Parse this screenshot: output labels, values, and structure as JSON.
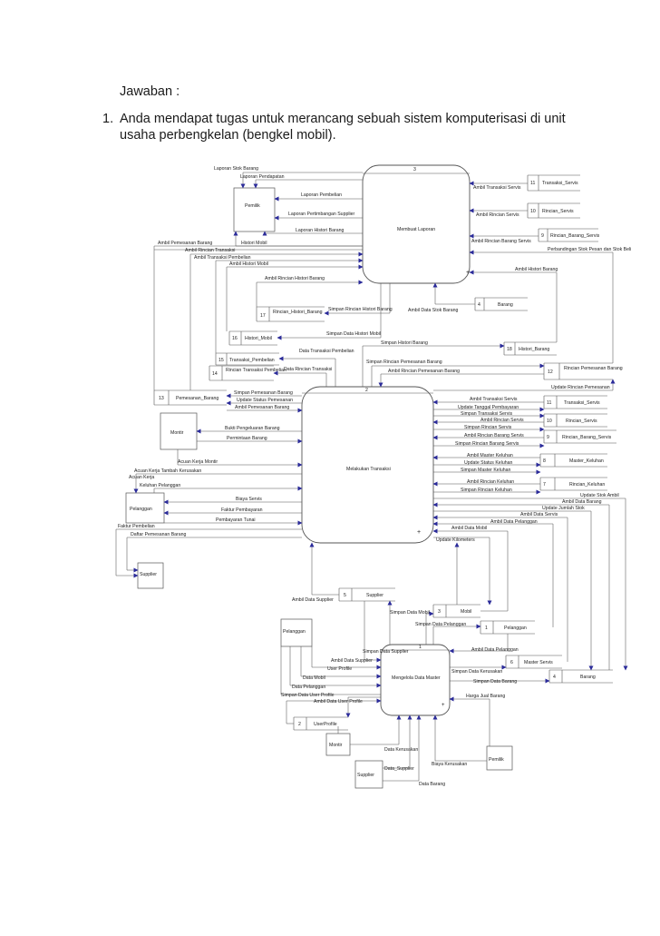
{
  "doc": {
    "heading": "Jawaban :",
    "question_number": "1.",
    "question_line1": "Anda mendapat tugas untuk merancang sebuah sistem komputerisasi di unit",
    "question_line2": "usaha perbengkelan (bengkel mobil)."
  },
  "diagram": {
    "processes": [
      {
        "num": "3",
        "name": "Membuat Laporan"
      },
      {
        "num": "2",
        "name": "Melakukan Transaksi"
      },
      {
        "num": "1",
        "name": "Mengelola Data Master"
      }
    ],
    "entities": {
      "pemilik": "Pemilik",
      "montir": "Montir",
      "pelanggan": "Pelanggan",
      "supplier": "Supplier"
    },
    "datastores": [
      {
        "num": "11",
        "name": "Transaksi_Servis"
      },
      {
        "num": "10",
        "name": "Rincian_Servis"
      },
      {
        "num": "9",
        "name": "Rincian_Barang_Servis"
      },
      {
        "num": "4",
        "name": "Barang"
      },
      {
        "num": "17",
        "name": "Rincian_Histori_Barang"
      },
      {
        "num": "16",
        "name": "Histori_Mobil"
      },
      {
        "num": "18",
        "name": "Histori_Barang"
      },
      {
        "num": "15",
        "name": "Transaksi_Pembelian"
      },
      {
        "num": "14",
        "name": "Rincian Transaksi Pembelian"
      },
      {
        "num": "12",
        "name": "Rincian Pemesanan Barang"
      },
      {
        "num": "13",
        "name": "Pemesanan_Barang"
      },
      {
        "num": "8",
        "name": "Master_Keluhan"
      },
      {
        "num": "7",
        "name": "Rincian_Keluhan"
      },
      {
        "num": "5",
        "name": "Supplier"
      },
      {
        "num": "3",
        "name": "Mobil"
      },
      {
        "num": "1",
        "name": "Pelanggan"
      },
      {
        "num": "6",
        "name": "Master Servis"
      },
      {
        "num": "2",
        "name": "UserProfile"
      }
    ],
    "flows": {
      "laporan_stok_barang": "Laporan Stok Barang",
      "laporan_pendapatan": "Laporan Pendapatan",
      "laporan_pembelian": "Laporan Pembelian",
      "laporan_pertimbangan_supplier": "Laporan Pertimbangan Supplier",
      "laporan_histori_barang": "Laporan Histori Barang",
      "histori_mobil": "Histori Mobil",
      "ambil_pemesanan_barang": "Ambil Pemesanan Barang",
      "ambil_rincian_transaksi": "Ambil Rincian Transaksi",
      "ambil_transaksi_pembelian": "Ambil Transaksi Pembelian",
      "ambil_histori_mobil": "Ambil Histori Mobil",
      "ambil_rincian_histori_barang": "Ambil Rincian Histori Barang",
      "ambil_transaksi_servis": "Ambil Transaksi Servis",
      "ambil_rincian_servis": "Ambil Rincian Servis",
      "ambil_rincian_barang_servis": "Ambil Rincian Barang Servis",
      "perbandingan_stok": "Perbandingan Stok Pesan dan Stok Beli",
      "ambil_histori_barang": "Ambil Histori Barang",
      "ambil_data_stok_barang": "Ambil Data Stok Barang",
      "simpan_rincian_histori_barang": "Simpan Rincian Histori Barang",
      "simpan_data_histori_mobil": "Simpan Data Histori Mobil",
      "simpan_histori_barang": "Simpan Histori Barang",
      "data_transaksi_pembelian": "Data Transaksi Pembelian",
      "data_rincian_transaksi": "Data Rincian Transaksi",
      "simpan_rincian_pemesanan_barang": "Simpan Rincian Pemesanan Barang",
      "ambil_rincian_pemesanan_barang": "Ambil Rincian Pemesanan Barang",
      "update_rincian_pemesanan": "Update Rincian Pemesanan",
      "simpan_pemesanan_barang": "Simpan Pemesanan Barang",
      "update_status_pemesanan": "Update Status Pemesanan",
      "ambil_pemesanan_barang_2": "Ambil Pemesanan Barang",
      "update_tanggal_pembayaran": "Update Tanggal Pembayaran",
      "simpan_transaksi_servis": "Simpan Transaksi Servis",
      "simpan_rincian_servis": "Simpan Rincian Servis",
      "simpan_rincian_barang_servis": "Simpan Rincian Barang Servis",
      "bukti_pengeluaran_barang": "Bukti Pengeluaran Barang",
      "permintaan_barang": "Permintaan Barang",
      "acuan_kerja_montir": "Acuan Kerja Montir",
      "acuan_kerja_tambah_kerusakan": "Acuan Kerja Tambah Kerusakan",
      "acuan_kerja": "Acuan Kerja",
      "keluhan_pelanggan": "Keluhan Pelanggan",
      "ambil_master_keluhan": "Ambil Master Keluhan",
      "update_status_keluhan": "Update Status Keluhan",
      "simpan_master_keluhan": "Simpan Master Keluhan",
      "ambil_rincian_keluhan": "Ambil Rincian Keluhan",
      "simpan_rincian_keluhan": "Simpan Rincian Keluhan",
      "update_stok_ambil": "Update Stok Ambil",
      "ambil_data_barang": "Ambil Data Barang",
      "update_jumlah_stok": "Update Jumlah Stok",
      "ambil_data_servis": "Ambil Data Servis",
      "ambil_data_pelanggan": "Ambil Data Pelanggan",
      "ambil_data_mobil": "Ambil Data Mobil",
      "update_kilometers": "Update Kilometers",
      "biaya_servis": "Biaya Servis",
      "faktur_pembayaran": "Faktur Pembayaran",
      "pembayaran_tunai": "Pembayaran Tunai",
      "faktur_pembelian": "Faktur Pembelian",
      "daftar_pemesanan_barang": "Daftar Pemesanan Barang",
      "ambil_data_supplier": "Ambil Data Supplier",
      "simpan_data_mobil": "Simpan Data Mobil",
      "simpan_data_pelanggan": "Simpan Data Pelanggan",
      "simpan_data_supplier": "Simpan Data Supplier",
      "ambil_data_supplier_2": "Ambil Data Supplier",
      "ambil_data_pelanggan_2": "Ambil Data Pelanggan",
      "user_profile": "User Profile",
      "simpan_data_kerusakan": "Simpan Data Kerusakan",
      "data_mobil": "Data Mobil",
      "simpan_data_barang": "Simpan Data Barang",
      "data_pelanggan": "Data Pelanggan",
      "simpan_data_user_profile": "Simpan Data User Profile",
      "ambil_data_user_profile": "Ambil Data User Profile",
      "harga_jual_barang": "Harga Jual Barang",
      "data_kerusakan": "Data Kerusakan",
      "biaya_kerusakan": "Biaya Kerusakan",
      "data_supplier": "Data_Supplier",
      "data_barang": "Data Barang"
    }
  }
}
